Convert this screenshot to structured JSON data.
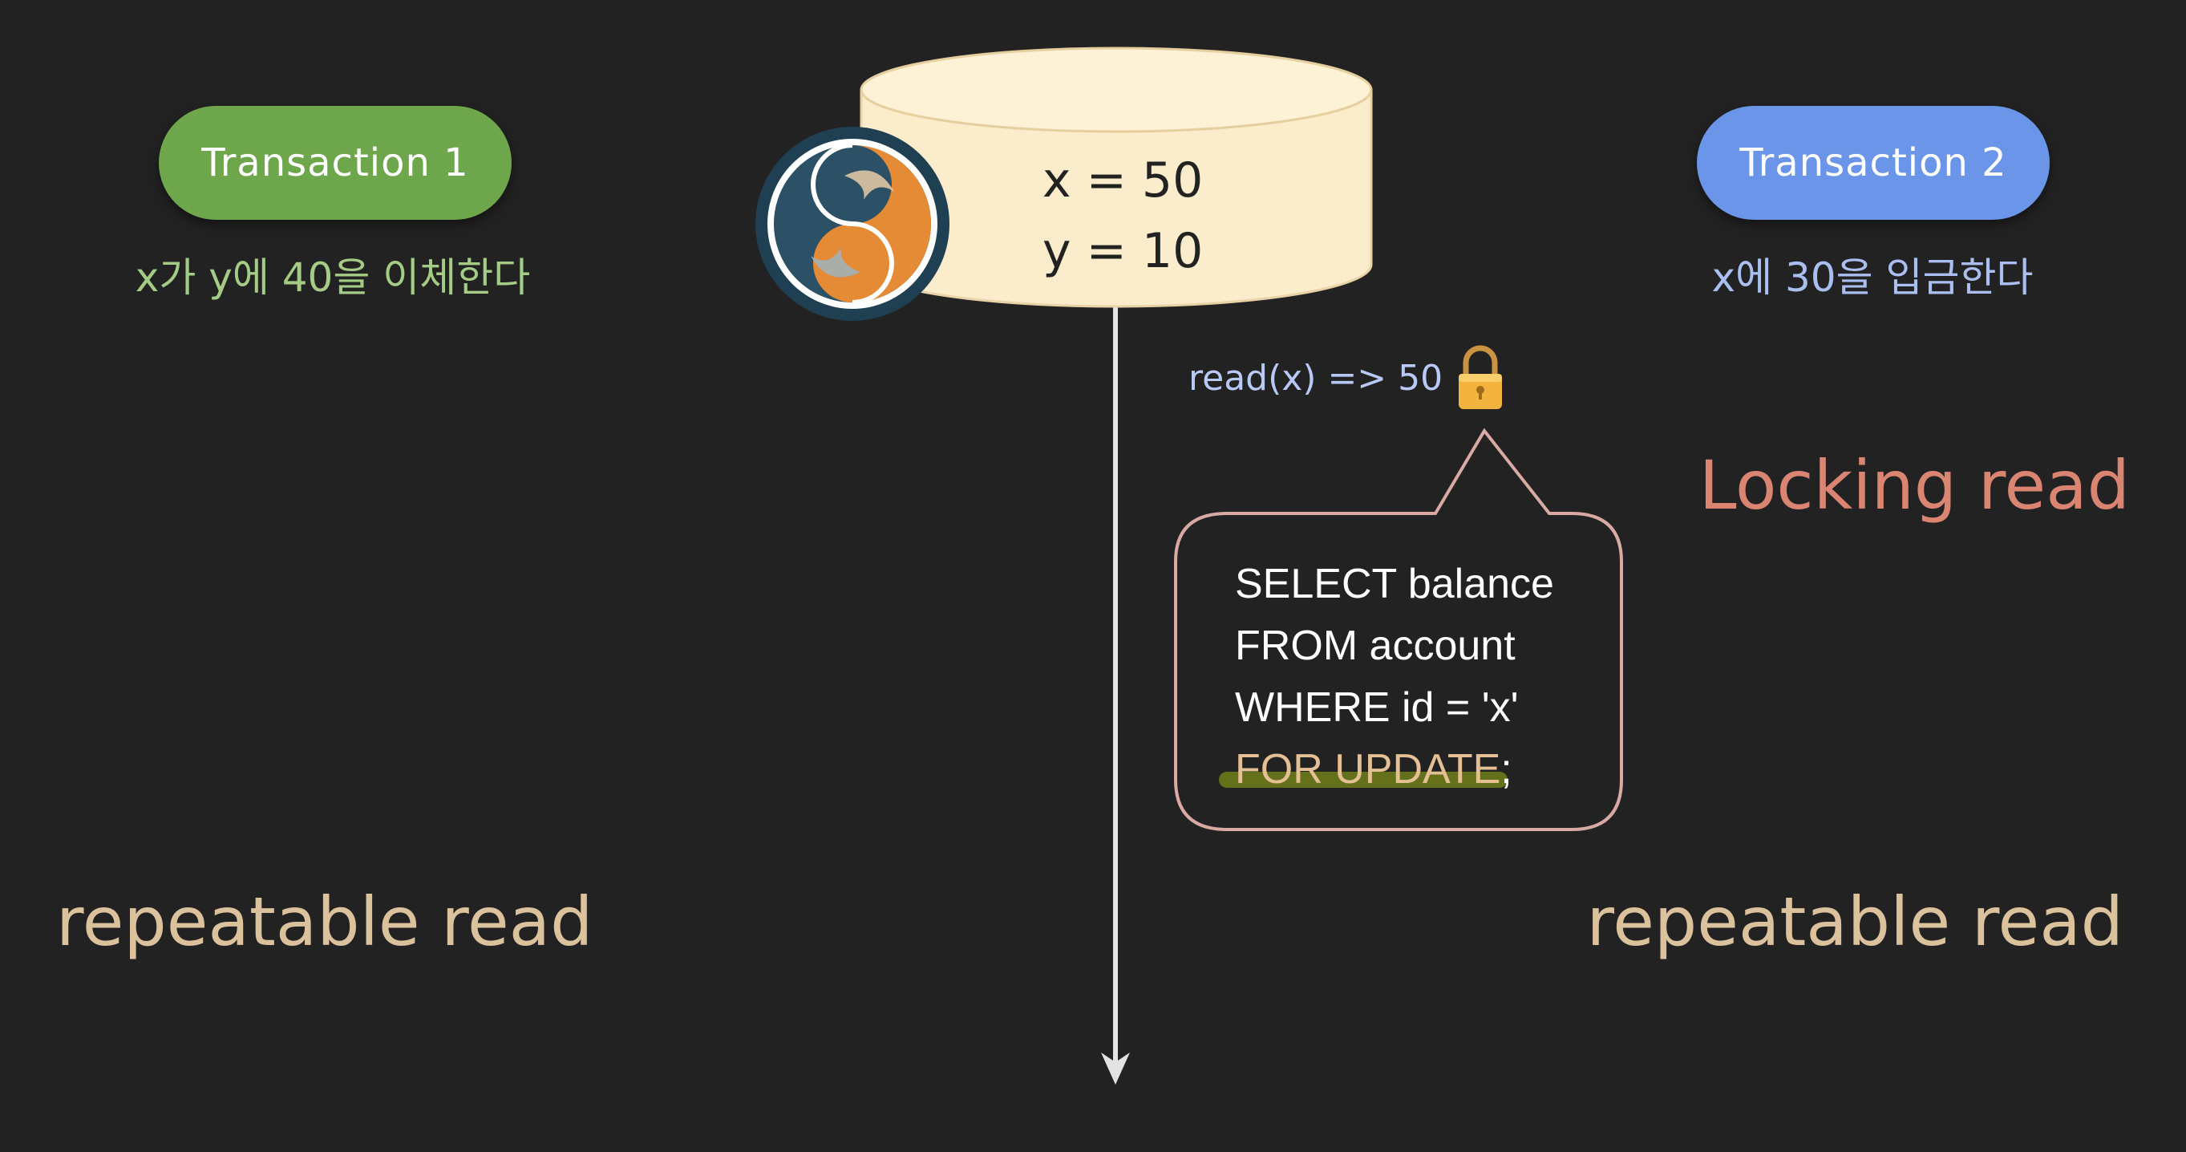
{
  "transaction1": {
    "label": "Transaction 1",
    "description": "x가 y에 40을 이체한다",
    "isolation": "repeatable read",
    "color": "#6ea64c"
  },
  "transaction2": {
    "label": "Transaction 2",
    "description": "x에 30을 입금한다",
    "isolation": "repeatable read",
    "color": "#6b95e8"
  },
  "database": {
    "icon": "mysql-dolphin-logo",
    "x_line": "x = 50",
    "y_line": "y = 10",
    "fill": "#fbeccb"
  },
  "operation": {
    "read": "read(x) => 50",
    "lock_icon": "lock-icon"
  },
  "locking_label": "Locking read",
  "sql": {
    "line1": "SELECT balance",
    "line2": "FROM account",
    "line3": "WHERE id = 'x'",
    "line4_keyword": "FOR UPDATE",
    "line4_end": ";"
  },
  "colors": {
    "background": "#232223",
    "isolation_text": "#dcc19d",
    "locking_text": "#da8472",
    "callout_border": "#d9aaa4"
  }
}
